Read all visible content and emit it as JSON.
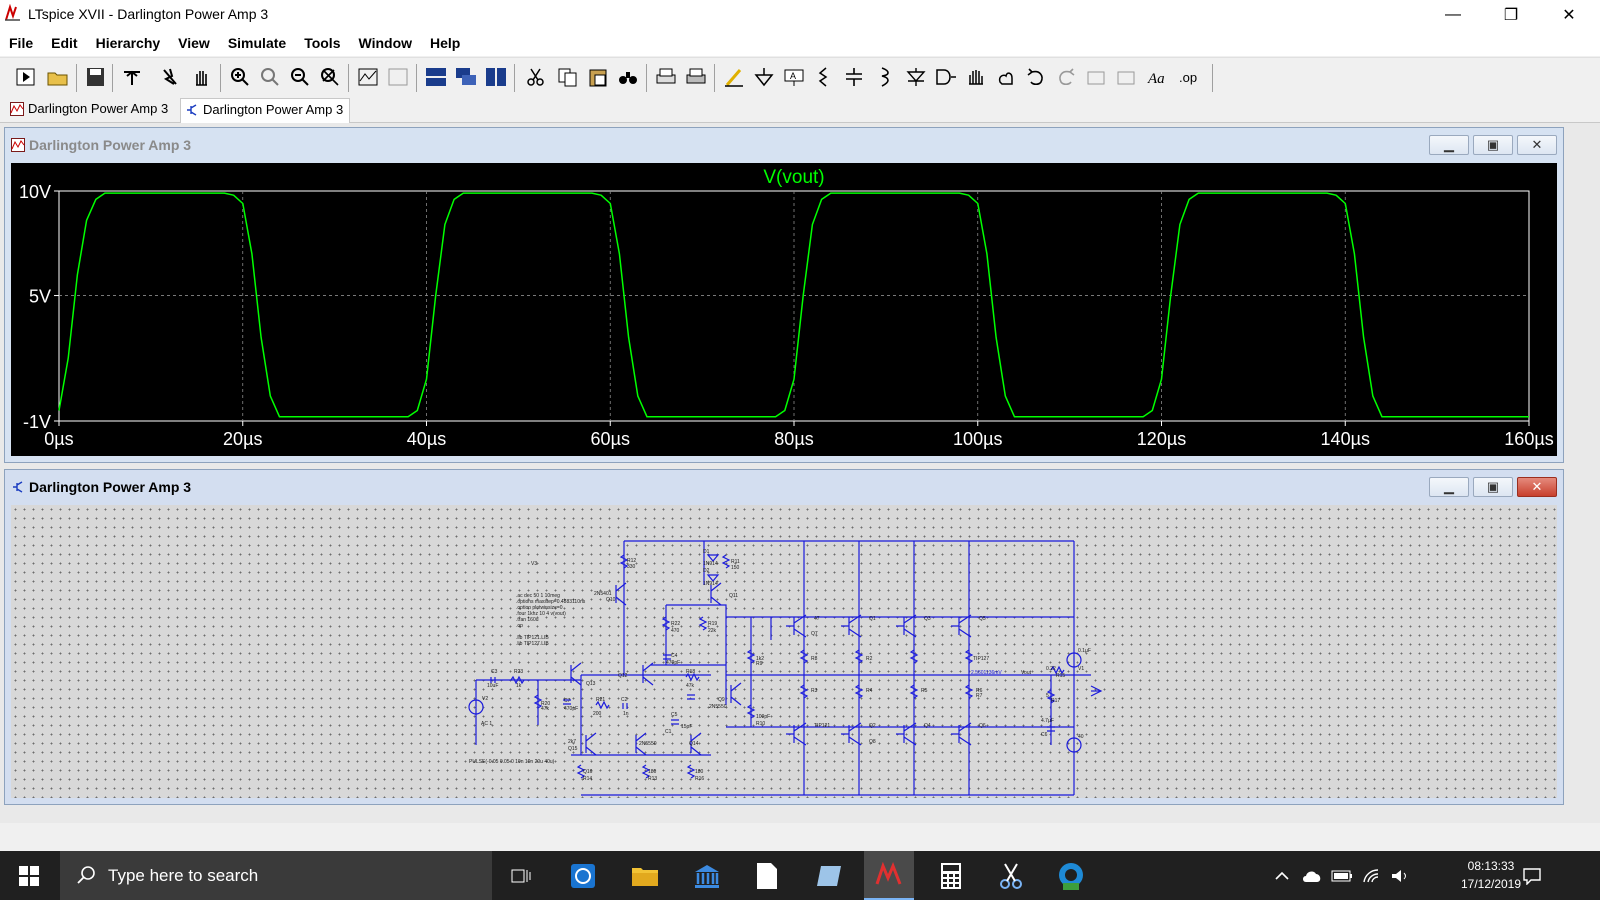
{
  "window": {
    "title": "LTspice XVII - Darlington Power Amp 3",
    "minimize": "—",
    "restore": "❐",
    "close": "✕"
  },
  "menu": [
    "File",
    "Edit",
    "Hierarchy",
    "View",
    "Simulate",
    "Tools",
    "Window",
    "Help"
  ],
  "tabs": [
    {
      "label": "Darlington Power Amp 3",
      "type": "waveform"
    },
    {
      "label": "Darlington Power Amp 3",
      "type": "schematic",
      "active": true
    }
  ],
  "waveform_window": {
    "title": "Darlington Power Amp 3",
    "trace_label": "V(vout)"
  },
  "schematic_window": {
    "title": "Darlington Power Amp 3"
  },
  "chart_data": {
    "type": "line",
    "series": [
      {
        "name": "V(vout)",
        "color": "#00ff00"
      }
    ],
    "x": [
      0,
      1,
      2,
      3,
      4,
      5,
      18,
      19,
      20,
      21,
      22,
      23,
      24,
      38,
      39,
      40,
      41,
      42,
      43,
      44,
      58,
      59,
      60,
      61,
      62,
      63,
      64,
      78,
      79,
      80,
      81,
      82,
      83,
      84,
      98,
      99,
      100,
      101,
      102,
      103,
      104,
      118,
      119,
      120,
      121,
      122,
      123,
      124,
      138,
      139,
      140,
      141,
      142,
      143,
      144,
      160
    ],
    "y": [
      -0.5,
      2,
      6,
      8.6,
      9.6,
      9.9,
      9.9,
      9.8,
      9.4,
      7,
      3,
      0.2,
      -0.8,
      -0.8,
      -0.5,
      1,
      5,
      8.4,
      9.6,
      9.9,
      9.9,
      9.8,
      9.4,
      7,
      3,
      0.2,
      -0.8,
      -0.8,
      -0.5,
      1,
      5,
      8.4,
      9.6,
      9.9,
      9.9,
      9.8,
      9.4,
      7,
      3,
      0.2,
      -0.8,
      -0.8,
      -0.5,
      1,
      5,
      8.4,
      9.6,
      9.9,
      9.9,
      9.8,
      9.4,
      7,
      3,
      0.2,
      -0.8,
      -0.8
    ],
    "xlim": [
      0,
      160
    ],
    "ylim": [
      -1,
      10
    ],
    "x_ticks": [
      "0µs",
      "20µs",
      "40µs",
      "60µs",
      "80µs",
      "100µs",
      "120µs",
      "140µs",
      "160µs"
    ],
    "y_ticks": [
      "10V",
      "5V",
      "-1V"
    ],
    "grid": true
  },
  "schematic": {
    "directives": [
      ".ac dec 50 1 10meg",
      ".options maxstep=0.4883110ns",
      ".option plotwinsize=0",
      ".four 1khz 10 4 v(vout)",
      ".tran 160u",
      ".op",
      ".lib TIP121.LIB",
      ".lib TIP127.LIB"
    ],
    "source_label": "PULSE(-0.05 0.05 0 10n 10n 20u 40u)",
    "ac_label": "AC 1",
    "vout_value": "2.5601136mV",
    "vout_label": "Vout",
    "labels": [
      "R12",
      "330",
      "D1",
      "1N914",
      "D2",
      "1N914",
      "R11",
      "150",
      "2N5401",
      "Q10",
      "Q11",
      "R22",
      "470",
      "R19",
      "22k",
      "C4",
      "470pF",
      "R18",
      "47k",
      "Q9",
      "2N5550",
      "C3",
      "10uF",
      "R23",
      "1k",
      "V2",
      "R20",
      "47k",
      "C7",
      "470pF",
      "Q13",
      "Q12",
      "R21",
      "200",
      "C2",
      "1n",
      "C5",
      "15pF",
      "C1",
      "100pF",
      "R10",
      "1k2",
      "R9",
      "2k7",
      "Q15",
      "2N5550",
      "Q14",
      "Q16",
      "R14",
      "180",
      "R13",
      "180",
      "R16",
      "47",
      "Q1",
      "Q3",
      "Q5",
      "Q7",
      "TIP121",
      "Q2",
      "Q4",
      "Q6",
      "Q8",
      "TIP127",
      "R8",
      "R2",
      "R3",
      "R4",
      "R5",
      "R6",
      "R7",
      "0.22",
      "R15",
      "5",
      "R17",
      "4.7µF",
      "C6",
      "0.1µF",
      "V1",
      "40",
      "V3"
    ]
  },
  "taskbar": {
    "search_placeholder": "Type here to search",
    "time": "08:13:33",
    "date": "17/12/2019"
  }
}
